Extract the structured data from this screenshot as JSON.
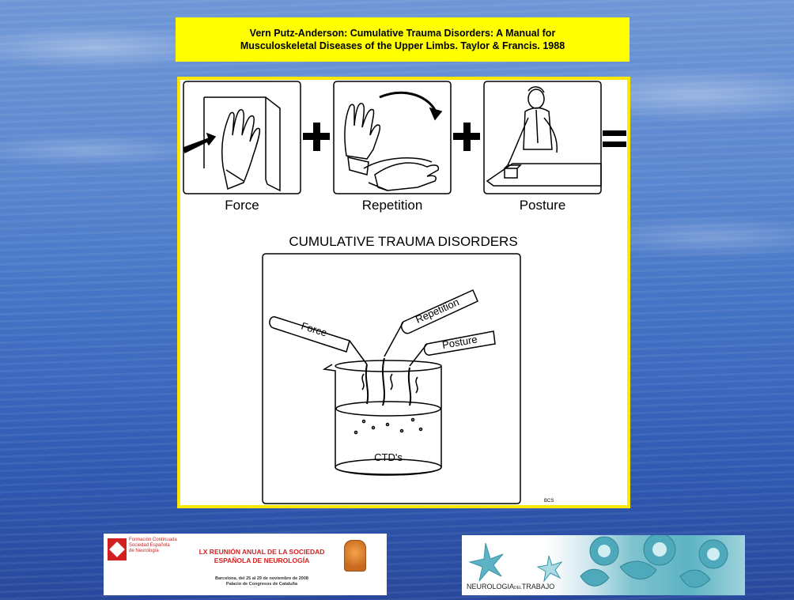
{
  "citation": {
    "line1": "Vern Putz-Anderson:  Cumulative Trauma Disorders: A Manual for",
    "line2": "Musculoskeletal Diseases of the Upper Limbs. Taylor & Francis. 1988"
  },
  "diagram": {
    "factors": [
      "Force",
      "Repetition",
      "Posture"
    ],
    "operators": [
      "+",
      "+",
      "="
    ],
    "title": "CUMULATIVE TRAUMA DISORDERS",
    "tube_labels": [
      "Force",
      "Repetition",
      "Posture"
    ],
    "beaker_label": "CTD's",
    "credit": "BCS"
  },
  "logos": {
    "left": {
      "org_lines": [
        "Formación Continuada",
        "Sociedad Española",
        "de Neurología"
      ],
      "title_line1": "LX REUNIÓN ANUAL DE LA SOCIEDAD",
      "title_line2": "ESPAÑOLA DE NEUROLOGÍA",
      "date_line": "Barcelona, del 25 al 29 de noviembre de 2008",
      "venue_line": "Palacio de Congresos de Cataluña"
    },
    "right": {
      "text_part1": "NEUROLOGIA",
      "text_part2": "DEL",
      "text_part3": "TRABAJO"
    }
  },
  "colors": {
    "citation_bg": "#ffff00",
    "panel_border": "#ffe800",
    "logo_red": "#d21f1f",
    "logo_teal": "#5cb3c4"
  }
}
